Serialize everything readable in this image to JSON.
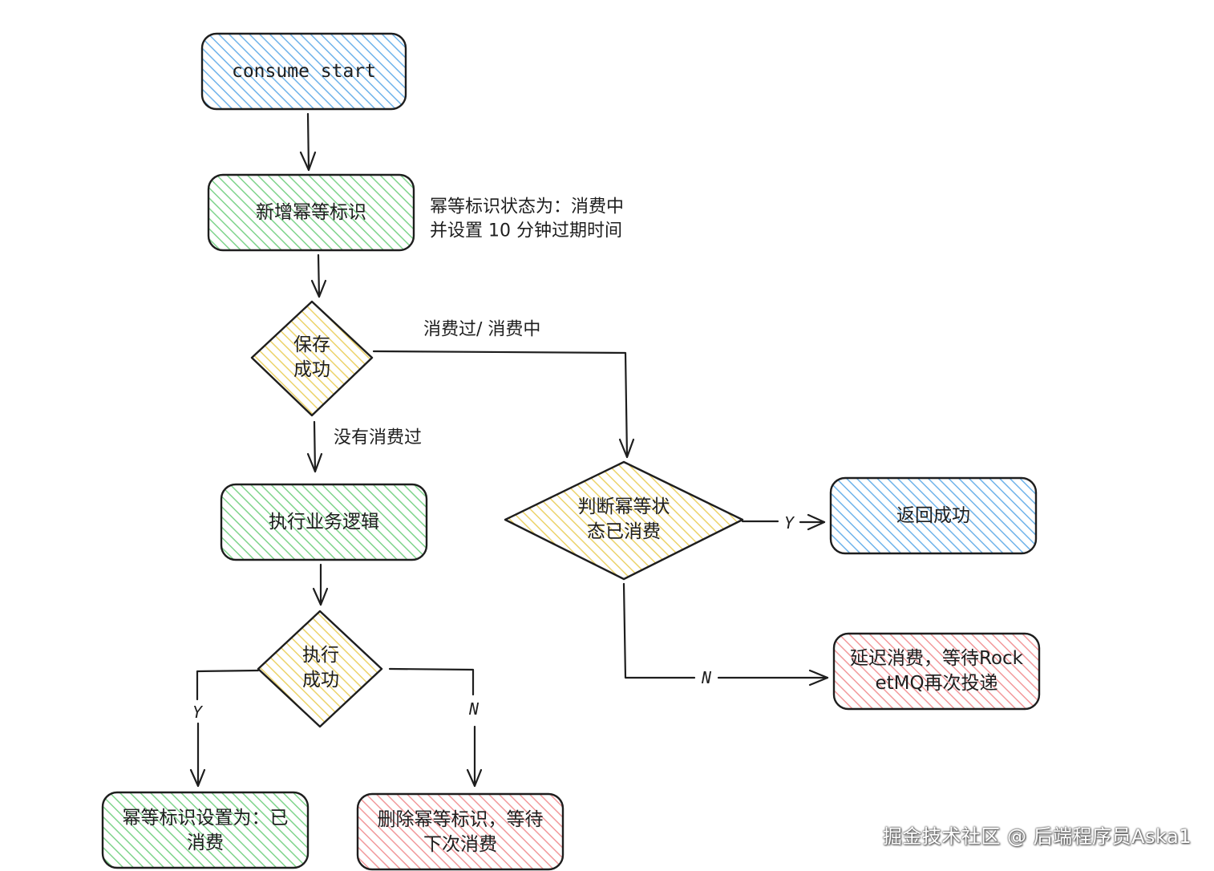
{
  "nodes": {
    "start": "consume start",
    "add_id": "新增幂等标识",
    "save_success": [
      "保存",
      "成功"
    ],
    "run_business": "执行业务逻辑",
    "exec_success": [
      "执行",
      "成功"
    ],
    "check_status": [
      "判断幂等状",
      "态已消费"
    ],
    "return_success": "返回成功",
    "delay_consume": [
      "延迟消费，等待Rock",
      "etMQ再次投递"
    ],
    "set_consumed": [
      "幂等标识设置为：已",
      "消费"
    ],
    "delete_id": [
      "删除幂等标识，等待",
      "下次消费"
    ]
  },
  "notes": {
    "status_note": [
      "幂等标识状态为：消费中",
      "并设置 10 分钟过期时间"
    ]
  },
  "edge_labels": {
    "consumed_or_consuming": "消费过/ 消费中",
    "not_consumed": "没有消费过",
    "yes_return": "Y",
    "no_delay": "N",
    "yes_set": "Y",
    "no_delete": "N"
  },
  "colors": {
    "blue": "#a5d8ff",
    "green": "#b2f2bb",
    "yellow": "#ffec99",
    "red": "#ffc9c9",
    "stroke": "#1e1e1e"
  },
  "watermark": "掘金技术社区 @ 后端程序员Aska1"
}
